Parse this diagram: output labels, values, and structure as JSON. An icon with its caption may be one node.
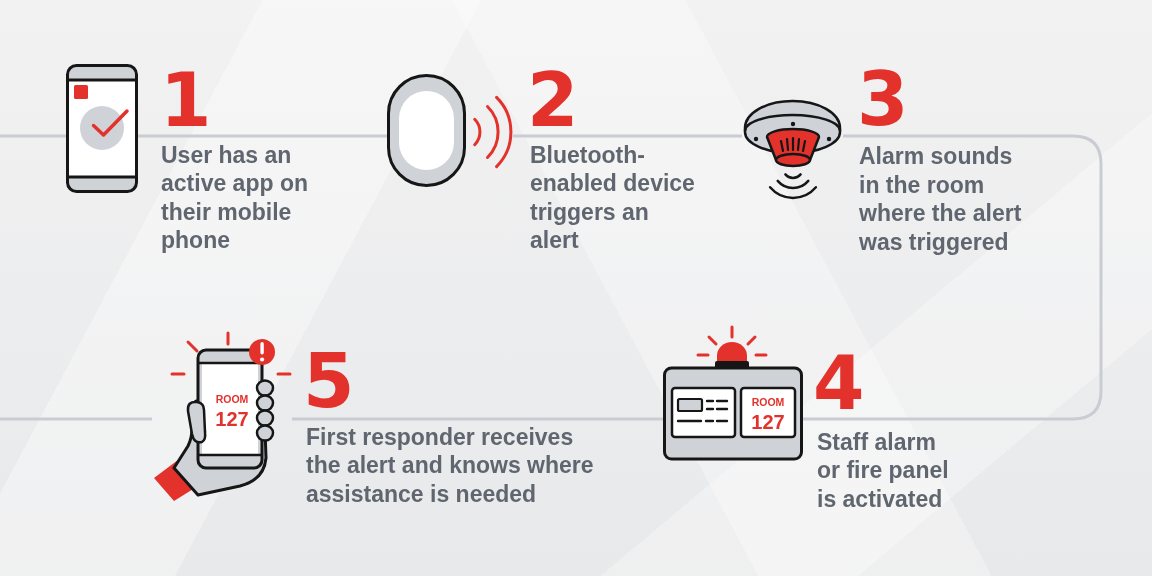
{
  "diagram": {
    "nodes": [
      {
        "text": [],
        "shape": "picture",
        "beside": [
          "1",
          "User has an active app on their mobile phone"
        ]
      },
      {
        "text": [],
        "shape": "picture",
        "beside": [
          "2",
          "Bluetooth-enabled device triggers an alert"
        ]
      },
      {
        "text": [],
        "shape": "picture",
        "beside": [
          "3",
          "Alarm sounds in the room where the alert was triggered"
        ]
      },
      {
        "text": [
          "ROOM 127"
        ],
        "beside": [
          "4",
          "Staff alarm or fire panel is activated"
        ]
      },
      {
        "text": [
          "ROOM 127"
        ],
        "beside": [
          "5",
          "First responder receives the alert and knows where assistance is needed"
        ]
      }
    ],
    "edges": [
      {
        "from": null,
        "to": 0,
        "arrow": "none"
      },
      {
        "from": 0,
        "to": 1,
        "arrow": "none"
      },
      {
        "from": 1,
        "to": 2,
        "arrow": "none"
      },
      {
        "from": 2,
        "to": 3,
        "arrow": "none"
      },
      {
        "from": 3,
        "to": 4,
        "arrow": "none"
      },
      {
        "from": 4,
        "to": null,
        "arrow": "none"
      }
    ]
  }
}
